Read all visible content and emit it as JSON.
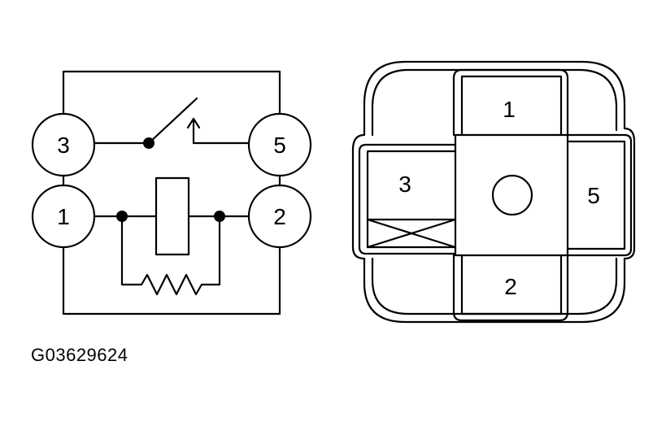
{
  "schematic": {
    "terminals": {
      "t3": "3",
      "t5": "5",
      "t1": "1",
      "t2": "2"
    }
  },
  "connector": {
    "pins": {
      "p1": "1",
      "p3": "3",
      "p5": "5",
      "p2": "2"
    }
  },
  "figure_id": "G03629624"
}
